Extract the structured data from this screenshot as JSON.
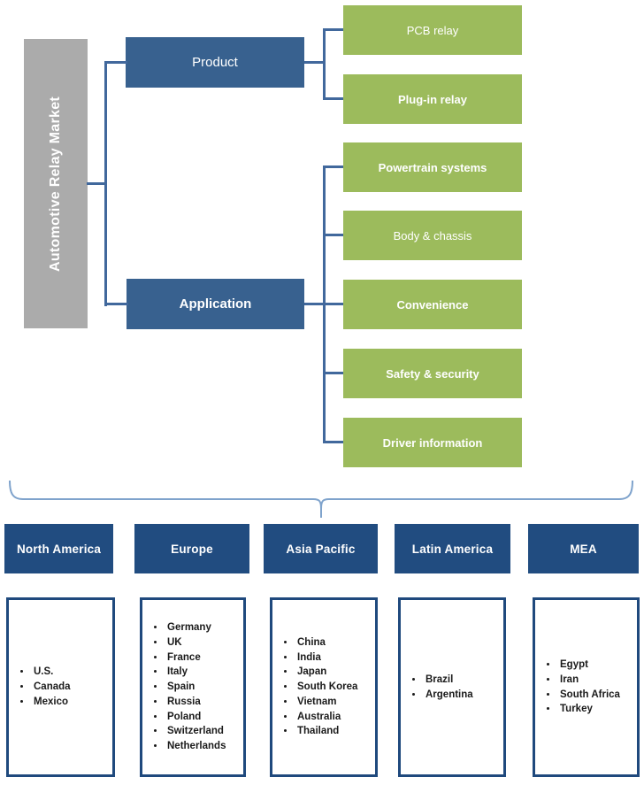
{
  "root": {
    "label": "Automotive Relay Market"
  },
  "segments": [
    {
      "label": "Product",
      "bold": false,
      "children": [
        {
          "label": "PCB relay",
          "bold": false
        },
        {
          "label": "Plug-in relay",
          "bold": true
        }
      ]
    },
    {
      "label": "Application",
      "bold": true,
      "children": [
        {
          "label": "Powertrain systems",
          "bold": true
        },
        {
          "label": "Body & chassis",
          "bold": false
        },
        {
          "label": "Convenience",
          "bold": true
        },
        {
          "label": "Safety & security",
          "bold": true
        },
        {
          "label": "Driver information",
          "bold": true
        }
      ]
    }
  ],
  "regions": [
    {
      "name": "North America",
      "countries": [
        "U.S.",
        "Canada",
        "Mexico"
      ]
    },
    {
      "name": "Europe",
      "countries": [
        "Germany",
        "UK",
        "France",
        "Italy",
        "Spain",
        "Russia",
        "Poland",
        "Switzerland",
        "Netherlands"
      ]
    },
    {
      "name": "Asia Pacific",
      "countries": [
        "China",
        "India",
        "Japan",
        "South Korea",
        "Vietnam",
        "Australia",
        "Thailand"
      ]
    },
    {
      "name": "Latin America",
      "countries": [
        "Brazil",
        "Argentina"
      ]
    },
    {
      "name": "MEA",
      "countries": [
        "Egypt",
        "Iran",
        "South Africa",
        "Turkey"
      ]
    }
  ],
  "colors": {
    "root_gray": "#ABABAB",
    "segment_blue": "#38618F",
    "sub_green": "#9CBB5C",
    "region_navy": "#214C80",
    "connector_blue": "#41689C",
    "brace_blue": "#7FA3CC",
    "list_border_navy": "#1F497D"
  }
}
